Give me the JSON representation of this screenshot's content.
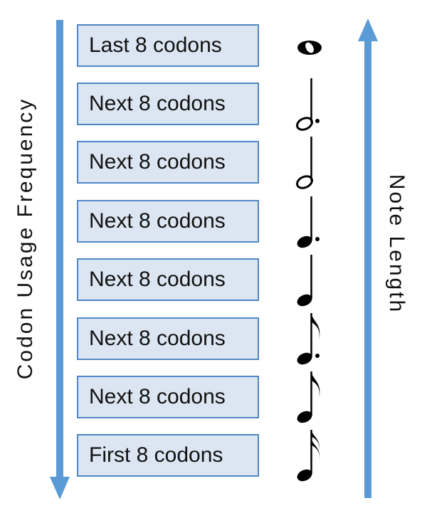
{
  "axis_left": {
    "label": "Codon Usage Frequency",
    "direction": "down"
  },
  "axis_right": {
    "label": "Note Length",
    "direction": "up"
  },
  "colors": {
    "arrow": "#5b9bd5",
    "box_fill": "#dce6f2",
    "box_border": "#4f88c6",
    "note": "#000000"
  },
  "rows": [
    {
      "label": "Last 8 codons",
      "note": "whole-note-icon"
    },
    {
      "label": "Next 8 codons",
      "note": "dotted-half-note-icon"
    },
    {
      "label": "Next 8 codons",
      "note": "half-note-icon"
    },
    {
      "label": "Next 8 codons",
      "note": "dotted-quarter-note-icon"
    },
    {
      "label": "Next 8 codons",
      "note": "quarter-note-icon"
    },
    {
      "label": "Next 8 codons",
      "note": "dotted-eighth-note-icon"
    },
    {
      "label": "Next 8 codons",
      "note": "eighth-note-icon"
    },
    {
      "label": "First 8 codons",
      "note": "sixteenth-note-icon"
    }
  ]
}
